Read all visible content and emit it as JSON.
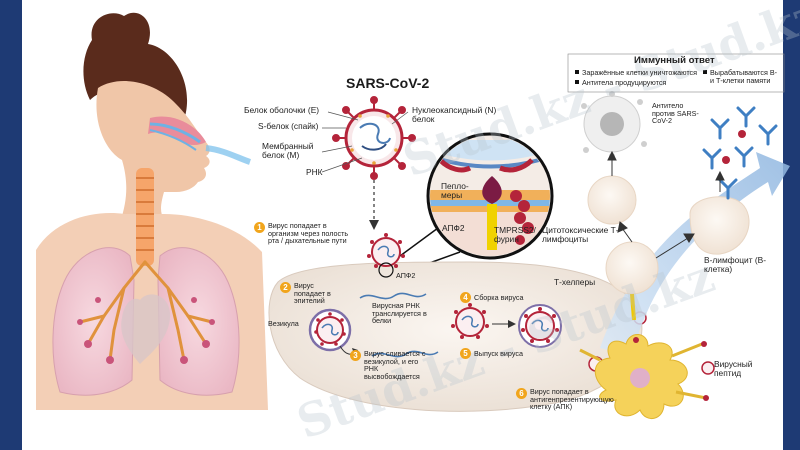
{
  "watermark": "Stud.kz - Stud.kz",
  "virus": {
    "title": "SARS-CoV-2",
    "envelope_protein": "Белок оболочки (E)",
    "spike_protein": "S-белок (спайк)",
    "membrane_protein": "Мембранный белок (M)",
    "rna": "РНК",
    "nucleocapsid": "Нуклеокапсидный (N) белок"
  },
  "receptor_zoom": {
    "peplomers": "Пепло-меры",
    "ace2": "АПФ2",
    "tmprss2": "TMPRSS2/ фурин"
  },
  "steps": [
    {
      "number": "1",
      "text": "Вирус попадает в организм через полость рта / дыхательные пути"
    },
    {
      "number": "2",
      "text": "Вирус попадает в эпителий"
    },
    {
      "number": "3",
      "text": "Вирус сливается с везикулой, и его РНК высвобождается"
    },
    {
      "number": "4",
      "text": "Сборка вируса"
    },
    {
      "number": "5",
      "text": "Выпуск вируса"
    },
    {
      "number": "6",
      "text": "Вирус попадает в антигенпрезентирующую клетку (АПК)"
    }
  ],
  "cell_labels": {
    "ace2_small": "АПФ2",
    "vesicle": "Везикула",
    "viral_rna": "Вирусная РНК транслируется в белки"
  },
  "immune": {
    "title": "Иммунный ответ",
    "legend": [
      "Заражённые клетки уничтожаются",
      "Антитела продуцируются",
      "Вырабатываются В- и Т-клетки памяти"
    ],
    "antibody": "Антитело против SARS-CoV-2",
    "cytotoxic": "Цитотоксические Т-лимфоциты",
    "b_cell": "В-лимфоцит (В-клетка)",
    "t_helpers": "Т-хелперы",
    "viral_peptide": "Вирусный пептид"
  },
  "colors": {
    "frame": "#1e3a74",
    "background": "#ffffff",
    "virus_red": "#b4243a",
    "cell_fill": "#ece4dc",
    "step_badge": "#f1a51c",
    "apc_yellow": "#f5d25a",
    "arrow_blue": "#8fb8e2"
  }
}
